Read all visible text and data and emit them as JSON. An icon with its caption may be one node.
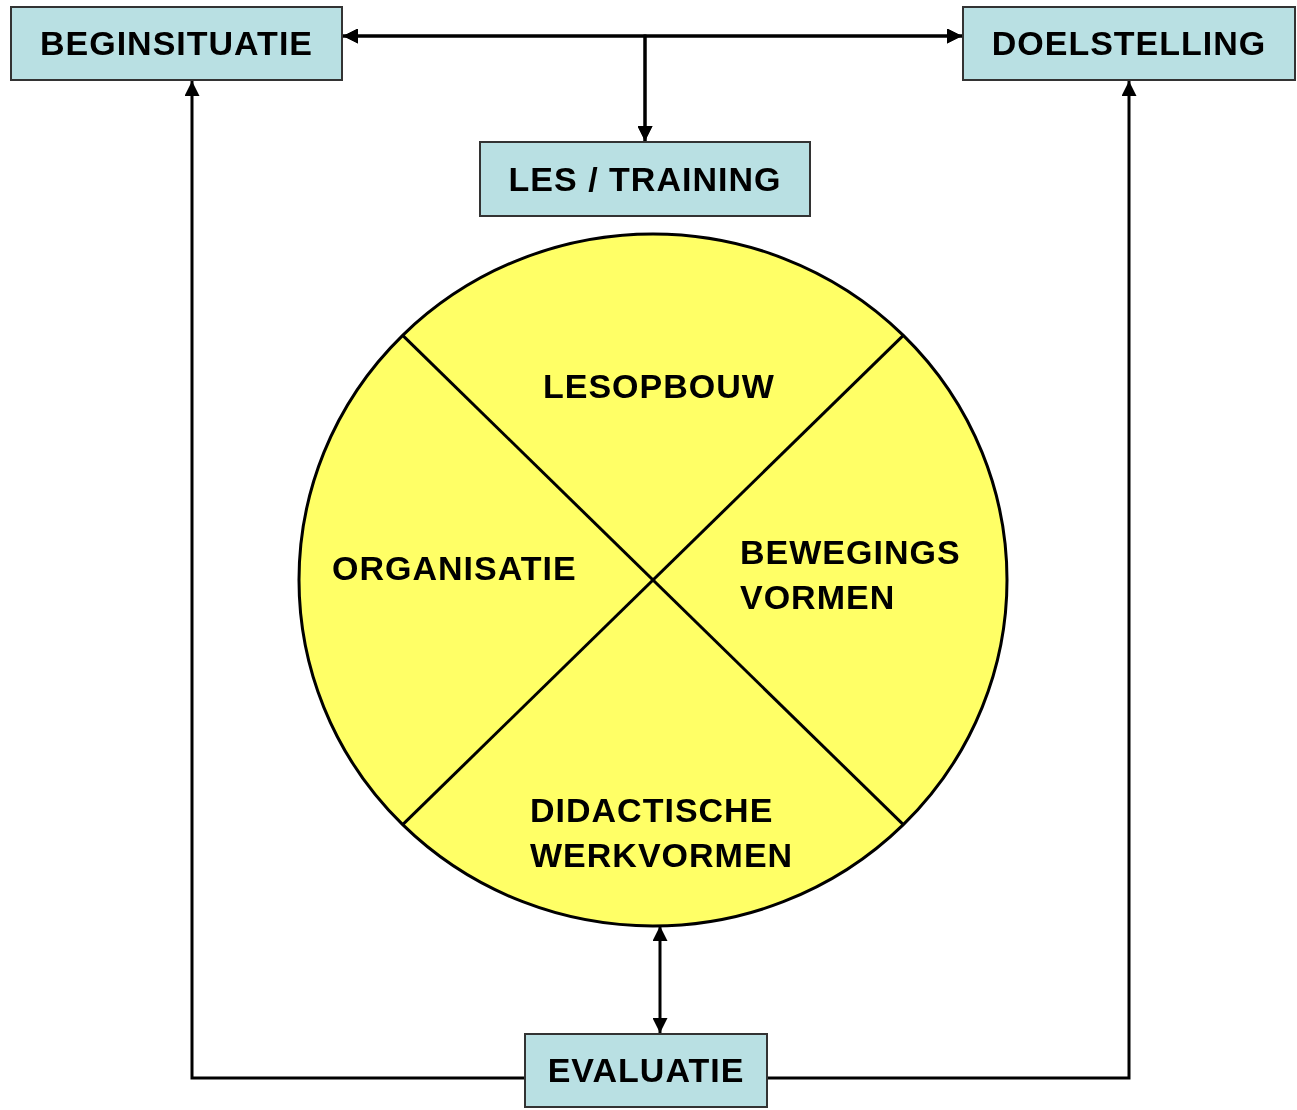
{
  "diagram": {
    "nodes": [
      {
        "text": [
          "BEGINSITUATIE"
        ]
      },
      {
        "text": [
          "DOELSTELLING"
        ]
      },
      {
        "text": [
          "LES / TRAINING"
        ]
      },
      {
        "text": [
          "LESOPBOUW",
          "ORGANISATIE",
          "BEWEGINGS VORMEN",
          "DIDACTISCHE WERKVORMEN"
        ]
      },
      {
        "text": [
          "EVALUATIE"
        ]
      }
    ],
    "edges": [
      {
        "from": 0,
        "to": 1,
        "arrow": "both"
      },
      {
        "from": 0,
        "to": 2,
        "arrow": "both"
      },
      {
        "from": 1,
        "to": 2,
        "arrow": "both"
      },
      {
        "from": 3,
        "to": 4,
        "arrow": "both"
      },
      {
        "from": 4,
        "to": 0,
        "arrow": "to"
      },
      {
        "from": 4,
        "to": 1,
        "arrow": "to"
      }
    ]
  }
}
